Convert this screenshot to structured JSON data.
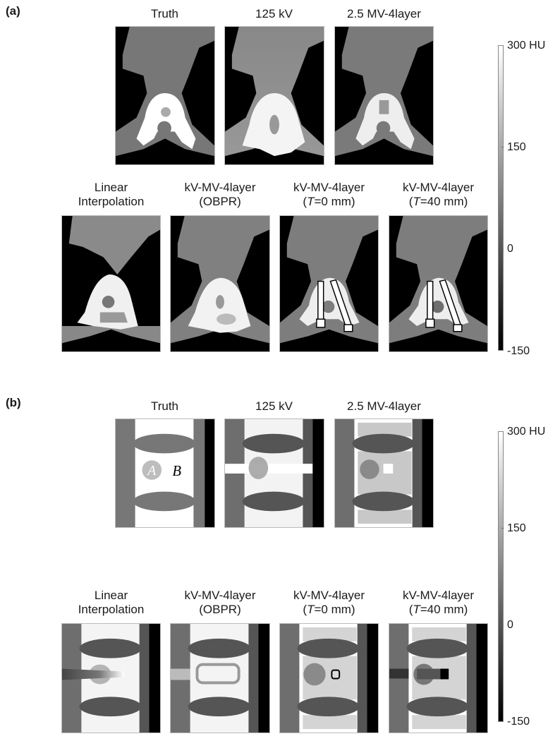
{
  "figure": {
    "panels": [
      {
        "label": "(a)",
        "top_row": [
          {
            "title": "Truth",
            "subtitle": ""
          },
          {
            "title": "125 kV",
            "subtitle": ""
          },
          {
            "title": "2.5 MV-4layer",
            "subtitle": ""
          }
        ],
        "bottom_row": [
          {
            "title": "Linear",
            "subtitle": "Interpolation"
          },
          {
            "title": "kV-MV-4layer",
            "subtitle": "(OBPR)"
          },
          {
            "title": "kV-MV-4layer",
            "subtitle_pre": "(",
            "subtitle_italic": "T",
            "subtitle_post": "=0 mm)"
          },
          {
            "title": "kV-MV-4layer",
            "subtitle_pre": "(",
            "subtitle_italic": "T",
            "subtitle_post": "=40 mm)"
          }
        ],
        "colorbar": {
          "max_label": "300 HU",
          "mid_high_label": "150",
          "mid_low_label": "0",
          "min_label": "-150"
        }
      },
      {
        "label": "(b)",
        "top_row": [
          {
            "title": "Truth",
            "subtitle": "",
            "region_labels": [
              "A",
              "B"
            ]
          },
          {
            "title": "125 kV",
            "subtitle": ""
          },
          {
            "title": "2.5 MV-4layer",
            "subtitle": ""
          }
        ],
        "bottom_row": [
          {
            "title": "Linear",
            "subtitle": "Interpolation"
          },
          {
            "title": "kV-MV-4layer",
            "subtitle": "(OBPR)"
          },
          {
            "title": "kV-MV-4layer",
            "subtitle_pre": "(",
            "subtitle_italic": "T",
            "subtitle_post": "=0 mm)"
          },
          {
            "title": "kV-MV-4layer",
            "subtitle_pre": "(",
            "subtitle_italic": "T",
            "subtitle_post": "=40 mm)"
          }
        ],
        "colorbar": {
          "max_label": "300 HU",
          "mid_high_label": "150",
          "mid_low_label": "0",
          "min_label": "-150"
        }
      }
    ],
    "colors": {
      "soft_tissue": "#777777",
      "bone": "#ffffff",
      "air": "#000000",
      "insert_A": "#bdbdbd"
    }
  }
}
